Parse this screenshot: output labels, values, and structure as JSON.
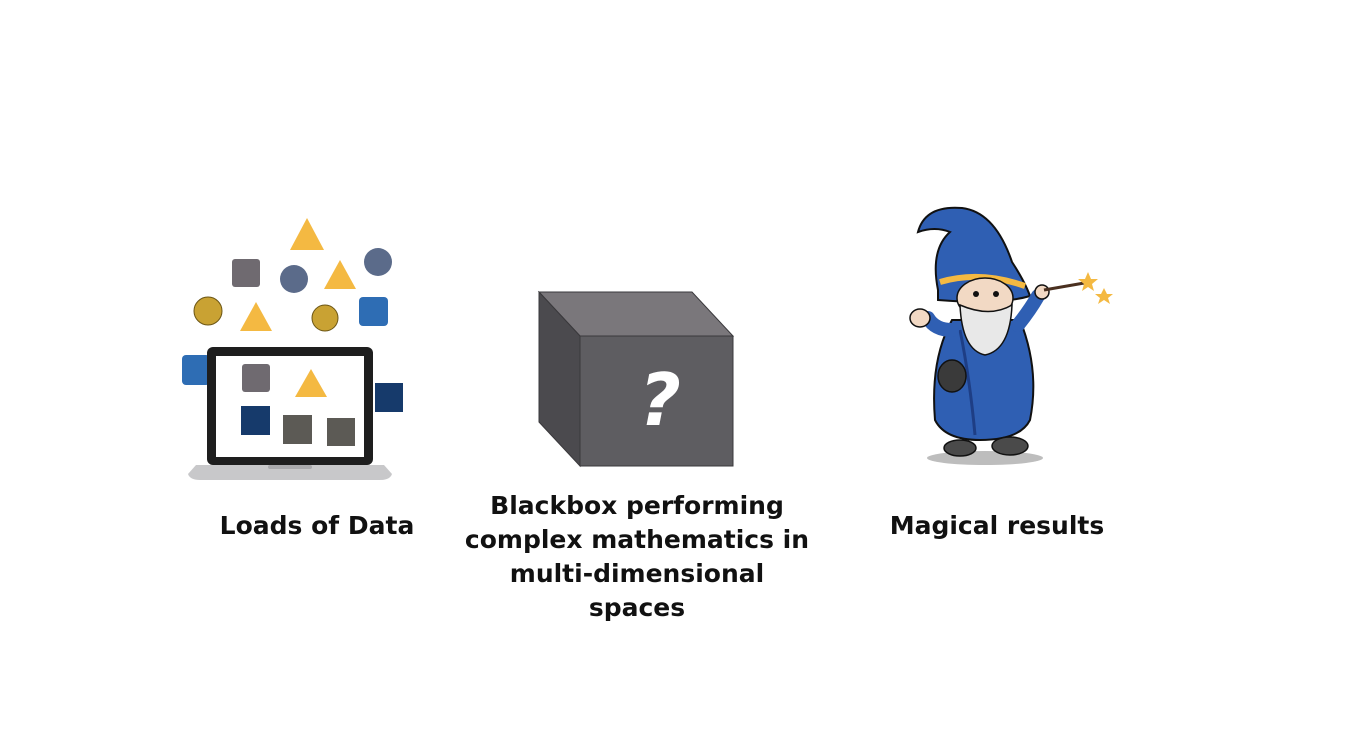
{
  "steps": [
    {
      "id": "data",
      "caption": "Loads of Data"
    },
    {
      "id": "blackbox",
      "caption": "Blackbox performing complex mathematics in multi-dimensional spaces",
      "box_symbol": "?"
    },
    {
      "id": "results",
      "caption": "Magical results"
    }
  ],
  "colors": {
    "gold": "#F4B942",
    "gray_square": "#6F6A70",
    "slate_circle": "#5B6B8A",
    "blue_square": "#2E6DB4",
    "navy_square": "#163A6B",
    "dark_square": "#5C5A55",
    "cube_front": "#5E5D61",
    "cube_top": "#7A777B",
    "cube_side": "#4B4A4E",
    "wizard_blue": "#2F5FB3",
    "wizard_dark_blue": "#1E3E85"
  }
}
